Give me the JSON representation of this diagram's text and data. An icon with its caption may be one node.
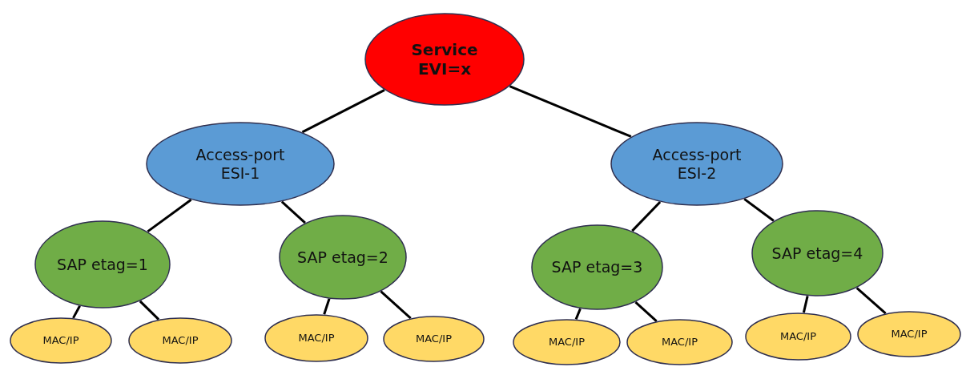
{
  "diagram": {
    "nodes": [
      {
        "text": [
          "Service EVI=x"
        ]
      },
      {
        "text": [
          "Access-port ESI-1"
        ]
      },
      {
        "text": [
          "Access-port ESI-2"
        ]
      },
      {
        "text": [
          "SAP etag=1"
        ]
      },
      {
        "text": [
          "SAP etag=2"
        ]
      },
      {
        "text": [
          "SAP etag=3"
        ]
      },
      {
        "text": [
          "SAP etag=4"
        ]
      },
      {
        "text": [
          "MAC/IP"
        ]
      },
      {
        "text": [
          "MAC/IP"
        ]
      },
      {
        "text": [
          "MAC/IP"
        ]
      },
      {
        "text": [
          "MAC/IP"
        ]
      },
      {
        "text": [
          "MAC/IP"
        ]
      },
      {
        "text": [
          "MAC/IP"
        ]
      },
      {
        "text": [
          "MAC/IP"
        ]
      },
      {
        "text": [
          "MAC/IP"
        ]
      }
    ],
    "edges": [
      {
        "from": 0,
        "to": 1,
        "arrow": "none"
      },
      {
        "from": 0,
        "to": 2,
        "arrow": "none"
      },
      {
        "from": 1,
        "to": 3,
        "arrow": "none"
      },
      {
        "from": 1,
        "to": 4,
        "arrow": "none"
      },
      {
        "from": 2,
        "to": 5,
        "arrow": "none"
      },
      {
        "from": 2,
        "to": 6,
        "arrow": "none"
      },
      {
        "from": 3,
        "to": 7,
        "arrow": "none"
      },
      {
        "from": 3,
        "to": 8,
        "arrow": "none"
      },
      {
        "from": 4,
        "to": 9,
        "arrow": "none"
      },
      {
        "from": 4,
        "to": 10,
        "arrow": "none"
      },
      {
        "from": 5,
        "to": 11,
        "arrow": "none"
      },
      {
        "from": 5,
        "to": 12,
        "arrow": "none"
      },
      {
        "from": 6,
        "to": 13,
        "arrow": "none"
      },
      {
        "from": 6,
        "to": 14,
        "arrow": "none"
      }
    ]
  }
}
